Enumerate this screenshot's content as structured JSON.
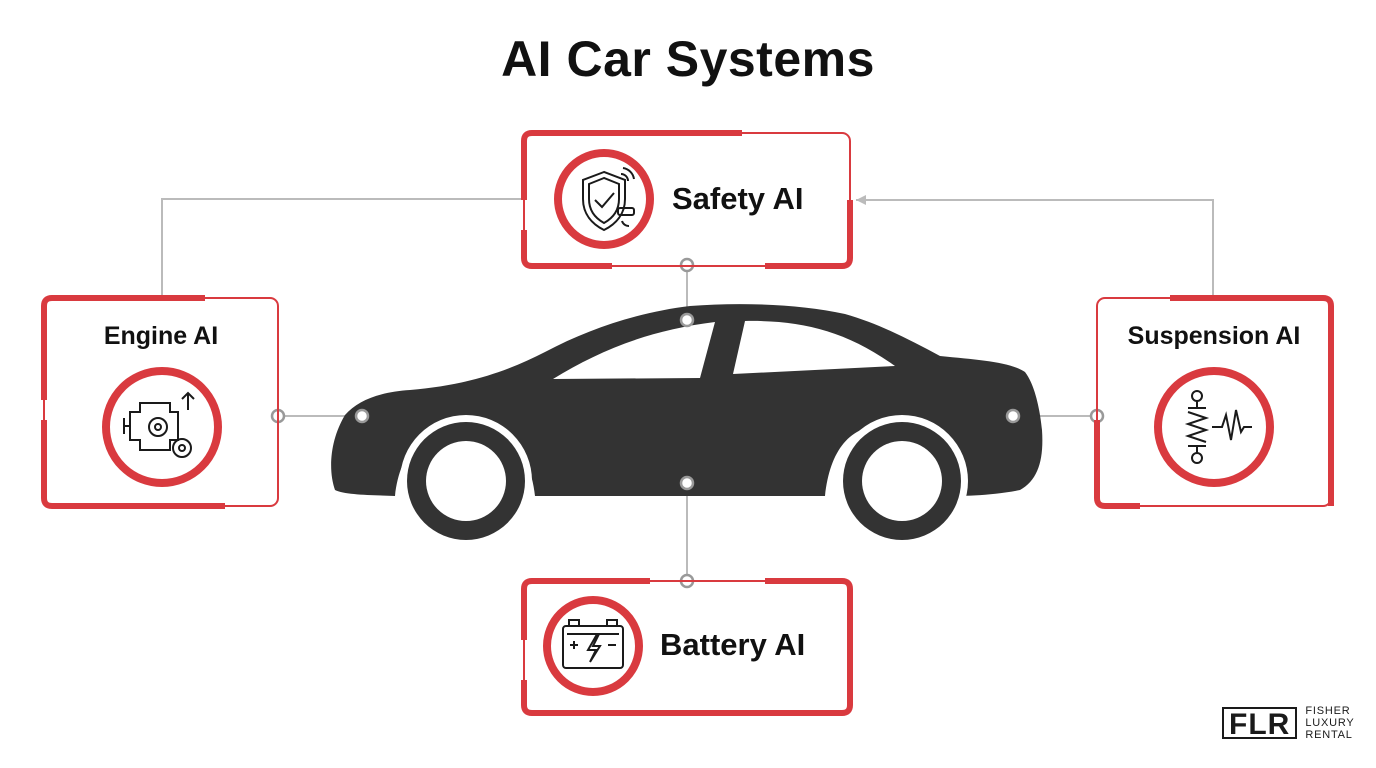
{
  "title": "AI Car Systems",
  "colors": {
    "accent": "#d93a3f",
    "car": "#333333",
    "connector": "#bbbbbb",
    "text": "#111111"
  },
  "nodes": {
    "safety": {
      "label": "Safety AI",
      "icon": "shield-check-signal-icon"
    },
    "engine": {
      "label": "Engine AI",
      "icon": "engine-gears-icon"
    },
    "suspension": {
      "label": "Suspension AI",
      "icon": "shock-absorber-wave-icon"
    },
    "battery": {
      "label": "Battery AI",
      "icon": "battery-bolt-icon"
    }
  },
  "car": {
    "icon": "sedan-car-silhouette-icon"
  },
  "logo": {
    "mark": "FLR",
    "line1": "FISHER",
    "line2": "LUXURY",
    "line3": "RENTAL"
  }
}
